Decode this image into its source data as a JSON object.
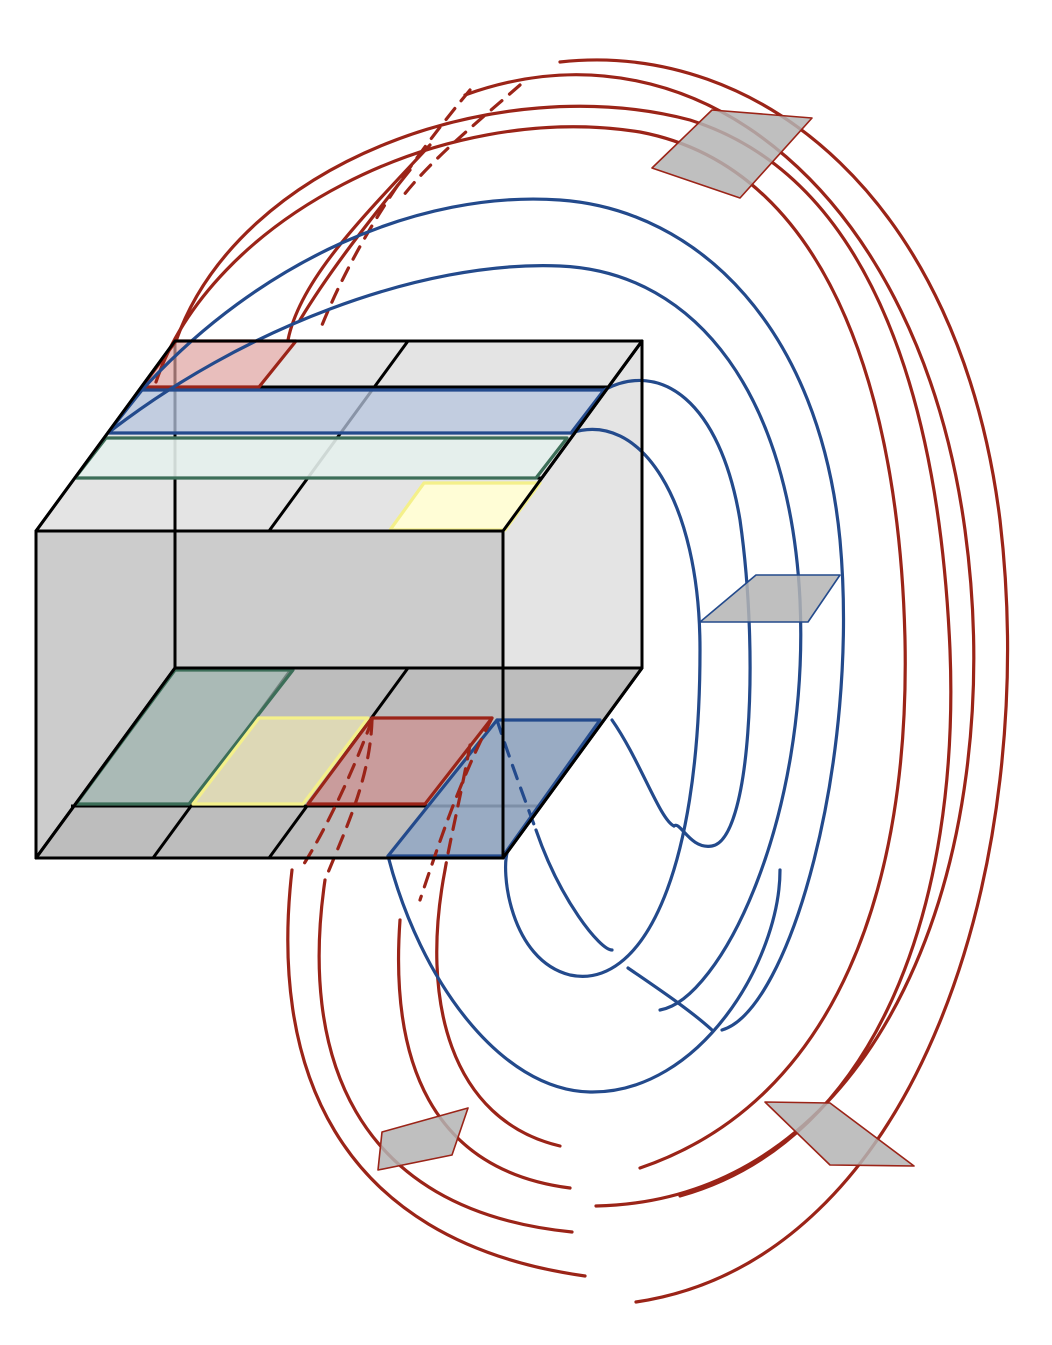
{
  "colors": {
    "red": "#9b2418",
    "blue": "#234a8c",
    "green": "#3c6e58",
    "yellow": "#f4f08a",
    "box_dark": "#cccccc",
    "box_light": "#e4e4e4",
    "floor": "#bdbdbd",
    "plane_gray": "#b4b4b4"
  },
  "tiles": {
    "top": [
      "red",
      "blue",
      "green",
      "yellow"
    ],
    "bottom": [
      "green",
      "yellow",
      "red",
      "blue"
    ]
  }
}
